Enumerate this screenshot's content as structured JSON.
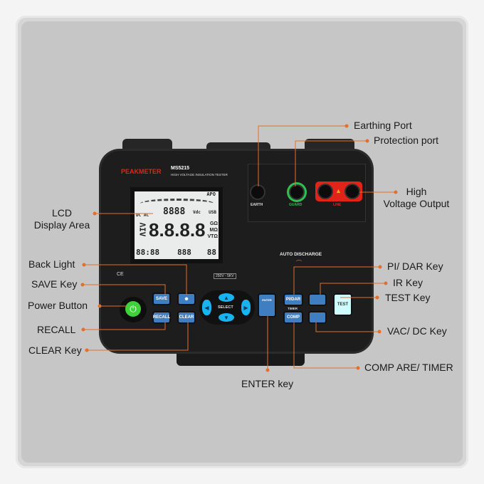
{
  "device": {
    "brand": "PEAKMETER",
    "model": "MS5215",
    "subtitle": "HIGH VOLTAGE INSULATION TESTER",
    "voltage_range": "250V - 5KV",
    "ce_mark": "CE",
    "auto_discharge": "AUTO DISCHARGE",
    "lcd": {
      "small_reading": "8888",
      "small_unit": "Vdc",
      "main_reading": "8.8.8.8",
      "units": [
        "GΩ",
        "MΩ",
        "VTΩ"
      ],
      "mode": "DC AC",
      "apo": "APO",
      "usb": "USB",
      "side": "ΛIV",
      "bottom_left": "88:88",
      "bottom_mid": "888",
      "bottom_right": "88"
    },
    "ports": {
      "earth": "EARTH",
      "guard": "GUARD",
      "line": "LINE"
    },
    "keys": {
      "save": "SAVE",
      "recall": "RECALL",
      "backlight": "✺",
      "clear": "CLEAR",
      "select": "SELECT",
      "enter": "ENTER",
      "pidar": "PI/DAR",
      "timer": "TIMER",
      "comp": "COMP",
      "test": "TEST"
    },
    "colors": {
      "accent": "#e2702a",
      "key": "#3f7fc1",
      "power": "#3fd13a",
      "guard": "#2fbf4f",
      "line": "#e2231a"
    }
  },
  "callouts": {
    "earthing_port": "Earthing Port",
    "protection_port": "Protection port",
    "high_voltage_output_1": "High",
    "high_voltage_output_2": "Voltage Output",
    "lcd_1": "LCD",
    "lcd_2": "Display Area",
    "back_light": "Back Light",
    "save_key": "SAVE Key",
    "power_button": "Power Button",
    "recall": "RECALL",
    "clear_key": "CLEAR Key",
    "enter_key": "ENTER key",
    "compare_timer": "COMP ARE/ TIMER",
    "vac_dc_key": "VAC/ DC Key",
    "test_key": "TEST Key",
    "ir_key": "IR Key",
    "pi_dar_key": "PI/ DAR Key"
  }
}
